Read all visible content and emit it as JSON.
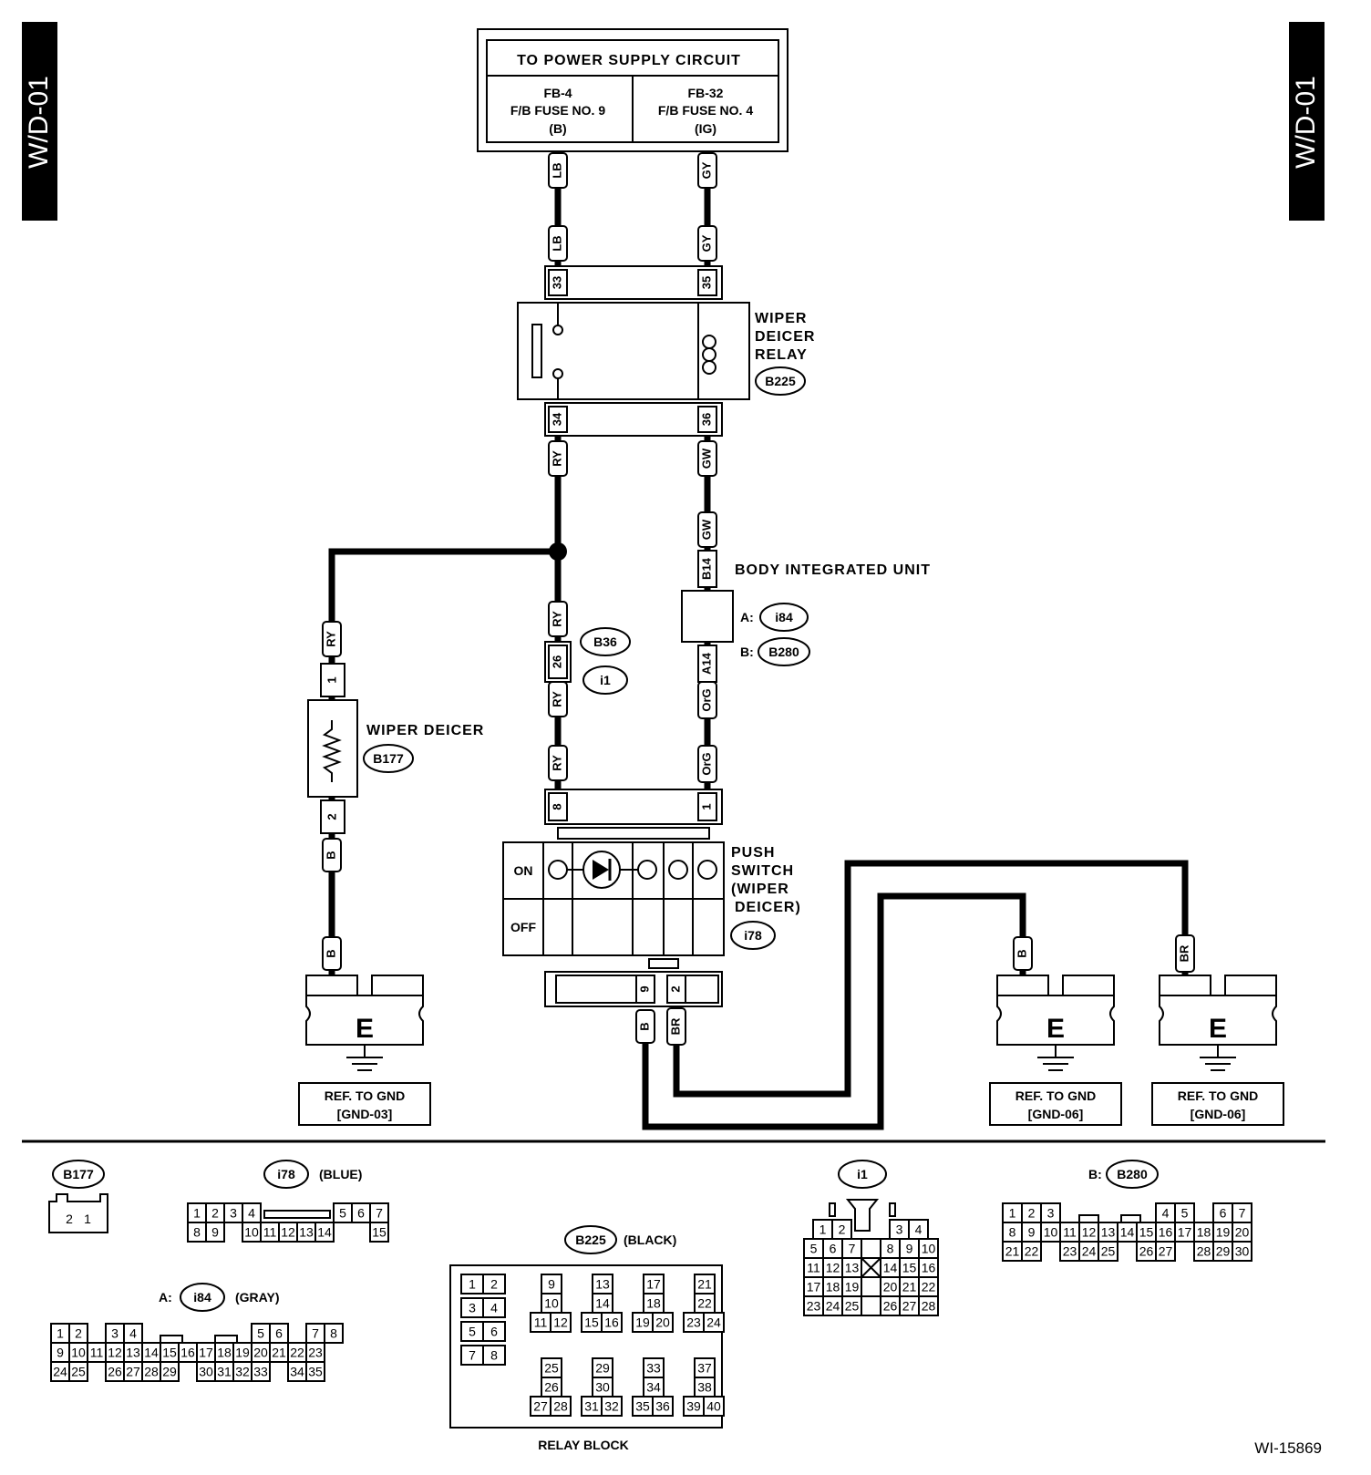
{
  "side_tabs": {
    "left": "W/D-01",
    "right": "W/D-01"
  },
  "power_supply": {
    "title": "TO POWER SUPPLY CIRCUIT",
    "left_fuse": [
      "FB-4",
      "F/B FUSE NO. 9",
      "(B)"
    ],
    "right_fuse": [
      "FB-32",
      "F/B FUSE NO. 4",
      "(IG)"
    ]
  },
  "wire_colors": {
    "lb": "LB",
    "gy": "GY",
    "ry": "RY",
    "gw": "GW",
    "org": "OrG",
    "b": "B",
    "br": "BR"
  },
  "relay": {
    "label": [
      "WIPER",
      "DEICER",
      "RELAY"
    ],
    "connector": "B225",
    "pins_top": [
      "33",
      "35"
    ],
    "pins_bottom": [
      "34",
      "36"
    ]
  },
  "body_unit": {
    "label": "BODY INTEGRATED UNIT",
    "a_prefix": "A:",
    "a_conn": "i84",
    "b_prefix": "B:",
    "b_conn": "B280",
    "pin_top": "B14",
    "pin_bottom": "A14"
  },
  "junction": {
    "conn1": "B36",
    "conn2": "i1",
    "pin": "26"
  },
  "deicer": {
    "label": "WIPER DEICER",
    "connector": "B177",
    "pin_top": "1",
    "pin_bottom": "2"
  },
  "push_switch": {
    "label": [
      "PUSH",
      "SWITCH",
      "(WIPER",
      "DEICER)"
    ],
    "connector": "i78",
    "on": "ON",
    "off": "OFF",
    "pins_top": [
      "8",
      "1"
    ],
    "pins_bottom": [
      "9",
      "2"
    ]
  },
  "grounds": {
    "symbol": "E",
    "g1": [
      "REF. TO GND",
      "[GND-03]"
    ],
    "g2": [
      "REF. TO GND",
      "[GND-06]"
    ],
    "g3": [
      "REF. TO GND",
      "[GND-06]"
    ]
  },
  "connector_views": {
    "b177": {
      "name": "B177",
      "pins": [
        "2",
        "1"
      ]
    },
    "i78": {
      "name": "i78",
      "color": "(BLUE)",
      "row1": [
        "1",
        "2",
        "3",
        "4",
        "",
        "5",
        "6",
        "7"
      ],
      "row2": [
        "8",
        "9",
        "10",
        "11",
        "12",
        "13",
        "14",
        "15"
      ]
    },
    "i84": {
      "prefix": "A:",
      "name": "i84",
      "color": "(GRAY)",
      "row1": [
        "1",
        "2",
        "3",
        "4",
        "5",
        "6",
        "7",
        "8"
      ],
      "row2": [
        "9",
        "10",
        "11",
        "12",
        "13",
        "14",
        "15",
        "16",
        "17",
        "18",
        "19",
        "20",
        "21",
        "22",
        "23"
      ],
      "row3": [
        "24",
        "25",
        "26",
        "27",
        "28",
        "29",
        "30",
        "31",
        "32",
        "33",
        "34",
        "35"
      ]
    },
    "b225": {
      "name": "B225",
      "color": "(BLACK)",
      "caption": "RELAY BLOCK",
      "pins": [
        "1",
        "2",
        "3",
        "4",
        "5",
        "6",
        "7",
        "8",
        "9",
        "10",
        "11",
        "12",
        "13",
        "14",
        "15",
        "16",
        "17",
        "18",
        "19",
        "20",
        "21",
        "22",
        "23",
        "24",
        "25",
        "26",
        "27",
        "28",
        "29",
        "30",
        "31",
        "32",
        "33",
        "34",
        "35",
        "36",
        "37",
        "38",
        "39",
        "40"
      ]
    },
    "i1": {
      "name": "i1",
      "row1": [
        "1",
        "2",
        "3",
        "4"
      ],
      "row2": [
        "5",
        "6",
        "7",
        "8",
        "9",
        "10"
      ],
      "row3": [
        "11",
        "12",
        "13",
        "14",
        "15",
        "16"
      ],
      "row4": [
        "17",
        "18",
        "19",
        "20",
        "21",
        "22"
      ],
      "row5": [
        "23",
        "24",
        "25",
        "26",
        "27",
        "28"
      ]
    },
    "b280": {
      "prefix": "B:",
      "name": "B280",
      "row1": [
        "1",
        "2",
        "3",
        "4",
        "5",
        "6",
        "7"
      ],
      "row2": [
        "8",
        "9",
        "10",
        "11",
        "12",
        "13",
        "14",
        "15",
        "16",
        "17",
        "18",
        "19",
        "20"
      ],
      "row3": [
        "21",
        "22",
        "23",
        "24",
        "25",
        "26",
        "27",
        "28",
        "29",
        "30"
      ]
    }
  },
  "figure_id": "WI-15869"
}
